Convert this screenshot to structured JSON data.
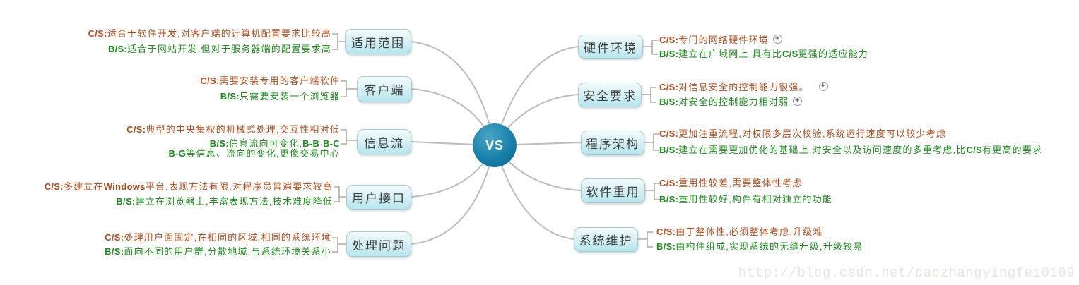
{
  "center": {
    "label": "VS"
  },
  "watermark": "http://blog.csdn.net/caozhangyingfei0109",
  "colors": {
    "cs": "#ab4e1e",
    "bs": "#1f8b1f",
    "node-text": "#3d3d3d",
    "edge": "#bcbcbc",
    "bracket": "#a09a90",
    "node-border": "#a9c9cf",
    "watermark": "#e6e6df"
  },
  "left": [
    {
      "title": "适用范围",
      "cs": "C/S:适合于软件开发,对客户端的计算机配置要求比较高",
      "bs": "B/S:适合于网站开发,但对于服务器端的配置要求高"
    },
    {
      "title": "客户端",
      "cs": "C/S:需要安装专用的客户端软件",
      "bs": "B/S:只需要安装一个浏览器"
    },
    {
      "title": "信息流",
      "cs": "C/S:典型的中央集权的机械式处理,交互性相对低",
      "bs": "B/S:信息流向可变化,B-B B-C",
      "bs2": "B-G等信息、流向的变化,更像交易中心"
    },
    {
      "title": "用户接口",
      "cs": "C/S:多建立在Windows平台,表现方法有限,对程序员普遍要求较高",
      "bs": "B/S:建立在浏览器上,丰富表现方法,技术难度降低"
    },
    {
      "title": "处理问题",
      "cs": "C/S:处理用户面固定,在相同的区域,相同的系统环境",
      "bs": "B/S:面向不同的用户群,分散地域,与系统环境关系小"
    }
  ],
  "right": [
    {
      "title": "硬件环境",
      "cs": "C/S:专门的网络硬件环境",
      "bs": "B/S:建立在广域网上,具有比C/S更强的适应能力"
    },
    {
      "title": "安全要求",
      "cs": "C/S:对信息安全的控制能力很强。",
      "bs": "B/S:对安全的控制能力相对弱"
    },
    {
      "title": "程序架构",
      "cs": "C/S:更加注重流程,对权限多层次校验,系统运行速度可以较少考虑",
      "bs": "B/S:建立在需要更加优化的基础上,对安全以及访问速度的多重考虑,比C/S有更高的要求"
    },
    {
      "title": "软件重用",
      "cs": "C/S:重用性较差,需要整体性考虑",
      "bs": "B/S:重用性较好,构件有相对独立的功能"
    },
    {
      "title": "系统维护",
      "cs": "C/S:由于整体性,必须整体考虑,升级难",
      "bs": "B/S:由构件组成,实现系统的无缝升级,升级较易"
    }
  ]
}
